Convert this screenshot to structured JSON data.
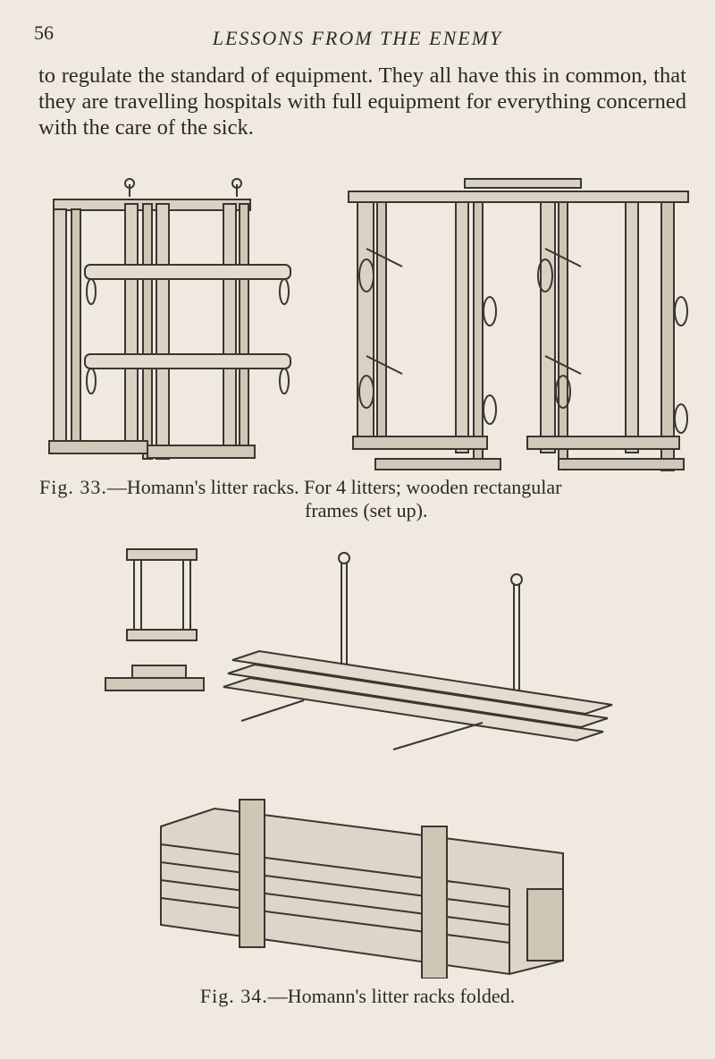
{
  "header": {
    "page_number": "56",
    "running_title": "LESSONS FROM THE ENEMY"
  },
  "body": {
    "paragraph": "to regulate the standard of equipment. They all have this in common, that they are travelling hospitals with full equipment for everything concerned with the care of the sick."
  },
  "figure_33": {
    "label": "Fig. 33.",
    "caption_line1": "—Homann's litter racks. For 4 litters; wooden rectangular",
    "caption_line2": "frames (set up)."
  },
  "figure_34": {
    "label": "Fig. 34.",
    "caption": "—Homann's litter racks folded."
  }
}
